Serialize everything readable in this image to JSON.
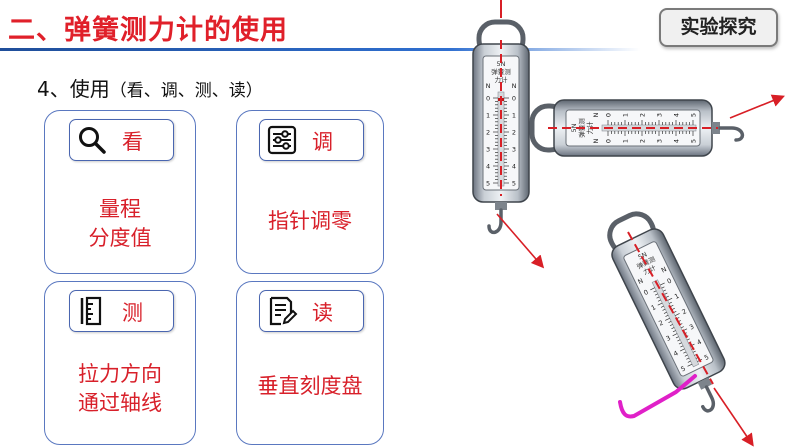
{
  "header": {
    "title": "二、弹簧测力计的使用",
    "badge": "实验探究"
  },
  "subtitle": {
    "main": "4、使用",
    "detail": "（看、调、测、读）"
  },
  "cards": [
    {
      "icon": "magnifier-icon",
      "label": "看",
      "lines": [
        "量程",
        "分度值"
      ]
    },
    {
      "icon": "sliders-icon",
      "label": "调",
      "lines": [
        "指针调零"
      ]
    },
    {
      "icon": "ruler-icon",
      "label": "测",
      "lines": [
        "拉力方向",
        "通过轴线"
      ]
    },
    {
      "icon": "document-edit-icon",
      "label": "读",
      "lines": [
        "垂直刻度盘"
      ]
    }
  ],
  "scale": {
    "face_text": [
      "5N",
      "弹簧测",
      "力计"
    ],
    "unit": "N",
    "numbers": [
      "0",
      "1",
      "2",
      "3",
      "4",
      "5"
    ]
  },
  "colors": {
    "title_red": "#e0202a",
    "label_red": "#d8202a",
    "card_border": "#5a78c0",
    "axis_line": "#d81f26",
    "annotation_mark": "#e020c8"
  }
}
